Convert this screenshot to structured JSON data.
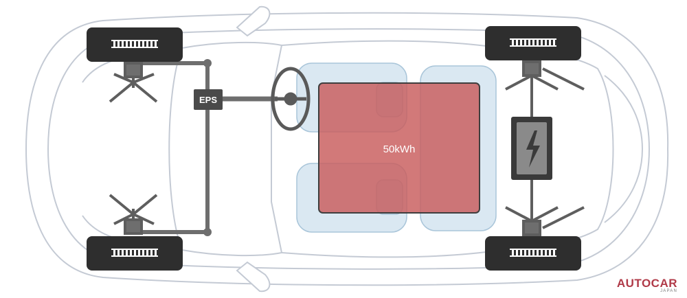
{
  "diagram": {
    "battery_label": "50kWh",
    "steering_label": "EPS"
  },
  "brand": {
    "name": "AUTOCAR",
    "sub": "JAPAN"
  },
  "colors": {
    "body_outline": "#c4cad4",
    "glass": "#dbe8f2",
    "seat_fill": "#bcd6e8",
    "battery_fill": "#c85c5c",
    "mechanical": "#6e6e6e",
    "tire": "#2e2e2e",
    "brand": "#b03a48"
  },
  "icons": {
    "motor": "lightning-bolt-icon",
    "steering": "steering-wheel-icon"
  }
}
